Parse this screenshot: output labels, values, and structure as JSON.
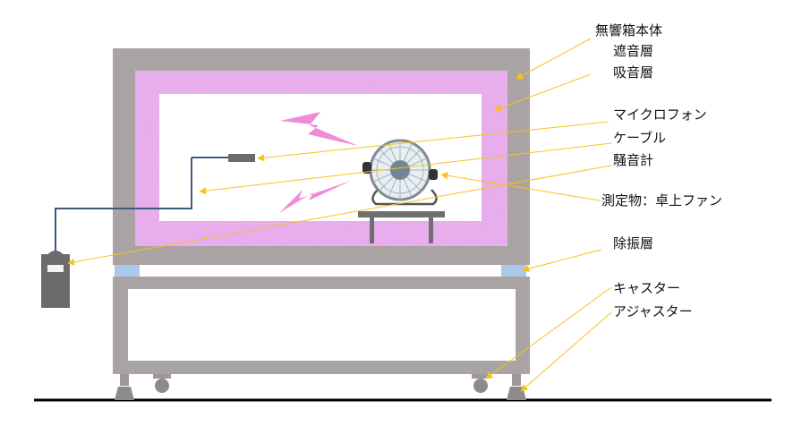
{
  "labels": {
    "box_body": "無響箱本体",
    "sound_insulation_layer": "遮音層",
    "sound_absorption_layer": "吸音層",
    "microphone": "マイクロフォン",
    "cable": "ケーブル",
    "sound_level_meter": "騒音計",
    "test_object": "測定物：卓上ファン",
    "vibration_isolation_layer": "除振層",
    "caster": "キャスター",
    "adjuster": "アジャスター"
  },
  "colors": {
    "frame": "#a9a3a3",
    "absorber": "#e6a6ec",
    "isolator": "#a9c8ec",
    "leader": "#f7c21c",
    "cable": "#3d5a7c",
    "noise_symbol": "#ef8bd8",
    "floor": "#000000"
  },
  "icons": {
    "noise": "lightning-bolt-icon",
    "fan": "desk-fan-icon",
    "microphone": "microphone-icon",
    "meter": "sound-level-meter-icon"
  }
}
